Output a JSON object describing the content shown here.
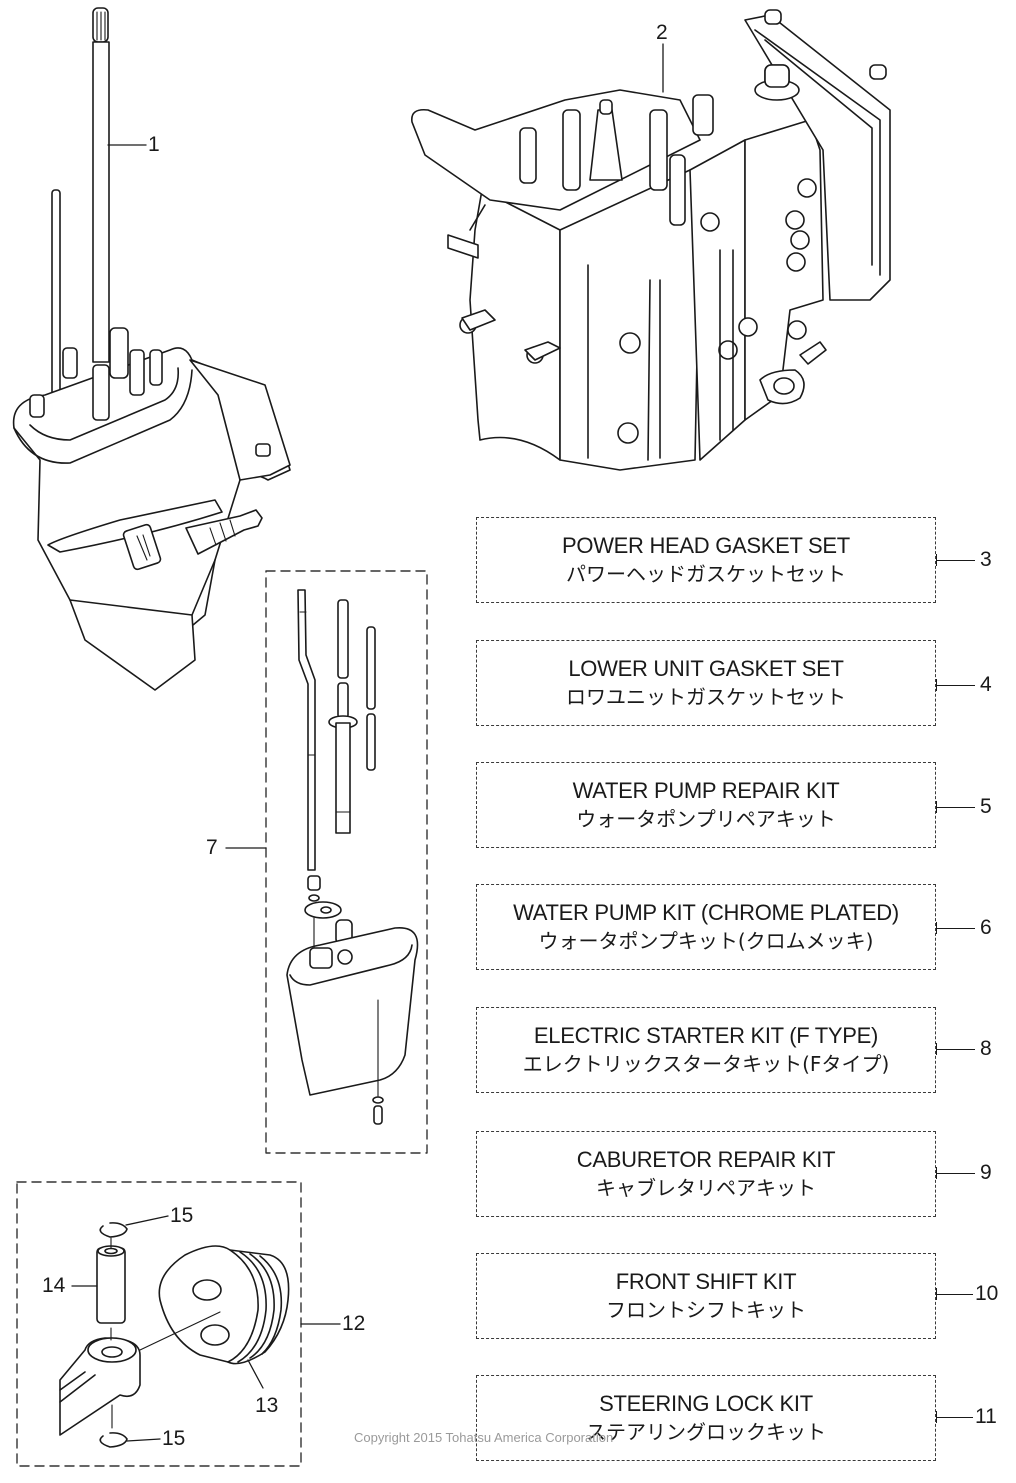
{
  "diagram": {
    "title": "Tohatsu outboard parts & kits illustration",
    "parts": [
      {
        "ref": "1",
        "name": "drive-shaft-lower-unit"
      },
      {
        "ref": "2",
        "name": "power-head-cylinder-block"
      },
      {
        "ref": "7",
        "name": "drive-shaft-housing-assembly"
      },
      {
        "ref": "12",
        "name": "piston-kit"
      },
      {
        "ref": "13",
        "name": "piston"
      },
      {
        "ref": "14",
        "name": "piston-pin"
      },
      {
        "ref": "15",
        "name": "piston-pin-clip"
      }
    ],
    "callouts": {
      "c1": "1",
      "c2": "2",
      "c7": "7",
      "c12": "12",
      "c13": "13",
      "c14": "14",
      "c15a": "15",
      "c15b": "15"
    },
    "kits": [
      {
        "ref": "3",
        "en": "POWER HEAD GASKET SET",
        "ja": "パワーヘッドガスケットセット"
      },
      {
        "ref": "4",
        "en": "LOWER UNIT GASKET SET",
        "ja": "ロワユニットガスケットセット"
      },
      {
        "ref": "5",
        "en": "WATER PUMP REPAIR KIT",
        "ja": "ウォータポンプリペアキット"
      },
      {
        "ref": "6",
        "en": "WATER PUMP KIT (CHROME PLATED)",
        "ja": "ウォータポンプキット(クロムメッキ)"
      },
      {
        "ref": "8",
        "en": "ELECTRIC STARTER KIT (F TYPE)",
        "ja": "エレクトリックスタータキット(Fタイプ)"
      },
      {
        "ref": "9",
        "en": "CABURETOR REPAIR KIT",
        "ja": "キャブレタリペアキット"
      },
      {
        "ref": "10",
        "en": "FRONT SHIFT KIT",
        "ja": "フロントシフトキット"
      },
      {
        "ref": "11",
        "en": "STEERING LOCK KIT",
        "ja": "ステアリングロックキット"
      }
    ],
    "copyright": "Copyright 2015 Tohatsu America Corporation"
  }
}
